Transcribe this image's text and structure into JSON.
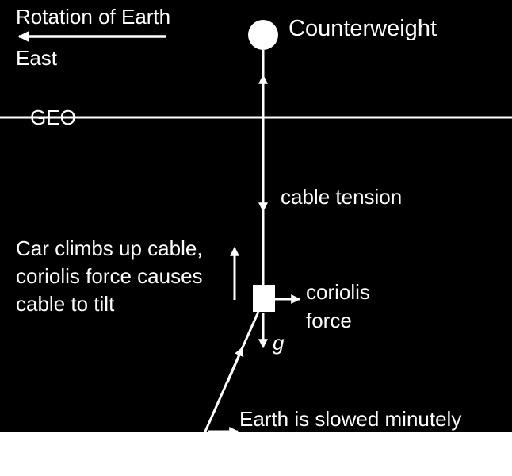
{
  "labels": {
    "rotation": "Rotation of Earth",
    "east": "East",
    "counterweight": "Counterweight",
    "geo": "GEO",
    "cable_tension": "cable tension",
    "car_line1": "Car climbs up cable,",
    "car_line2": "coriolis force causes",
    "car_line3": "cable to tilt",
    "coriolis_line1": "coriolis",
    "coriolis_line2": "force",
    "gravity": "g",
    "earth_slowed": "Earth is slowed minutely"
  },
  "colors": {
    "background": "#000000",
    "foreground": "#ffffff"
  }
}
